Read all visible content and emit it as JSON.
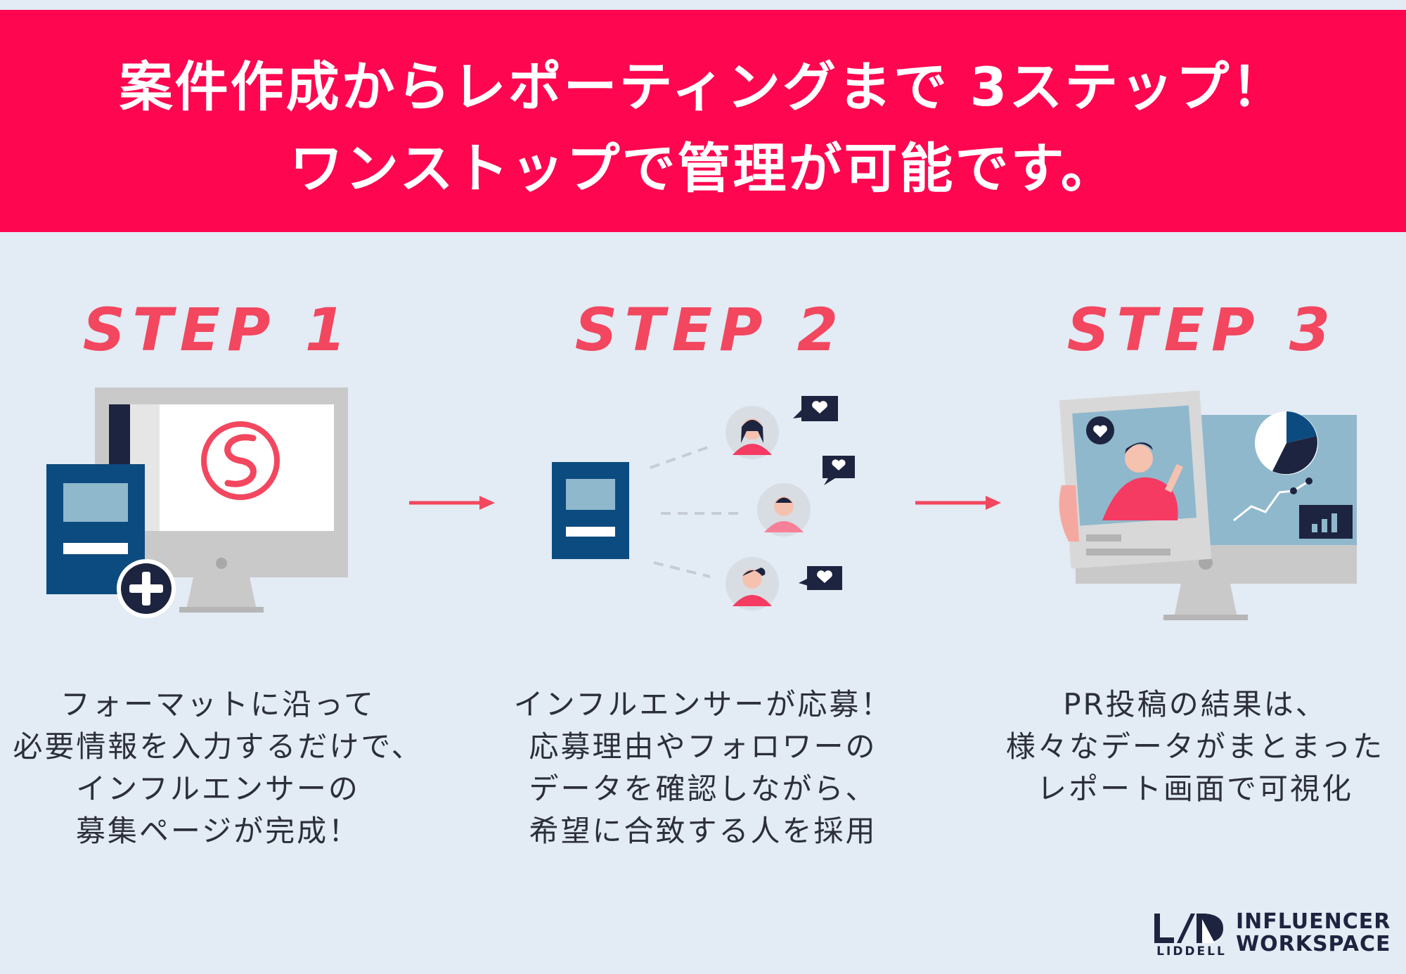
{
  "header": {
    "line1": "案件作成からレポーティングまで 3ステップ！",
    "line2": "ワンストップで管理が可能です。"
  },
  "steps": [
    {
      "label": "STEP 1",
      "description": [
        "フォーマットに沿って",
        "必要情報を入力するだけで、",
        "インフルエンサーの",
        "募集ページが完成！"
      ]
    },
    {
      "label": "STEP 2",
      "description": [
        "インフルエンサーが応募！",
        "応募理由やフォロワーの",
        "データを確認しながら、",
        "希望に合致する人を採用"
      ]
    },
    {
      "label": "STEP 3",
      "description": [
        "PR投稿の結果は、",
        "様々なデータがまとまった",
        "レポート画面で可視化"
      ]
    }
  ],
  "logo": {
    "sub": "LIDDELL",
    "name_line1": "INFLUENCER",
    "name_line2": "WORKSPACE"
  },
  "colors": {
    "accent": "#fe0650",
    "step_text": "#f2475f",
    "background": "#e3ebf4",
    "navy": "#1d2440",
    "blue": "#0c4b7f"
  },
  "icons": [
    "monitor-icon",
    "document-icon",
    "plus-icon",
    "brand-logo-icon",
    "influencer-icon",
    "heart-bubble-icon",
    "photo-post-icon",
    "pie-chart-icon",
    "bar-chart-icon",
    "arrow-right-icon"
  ]
}
